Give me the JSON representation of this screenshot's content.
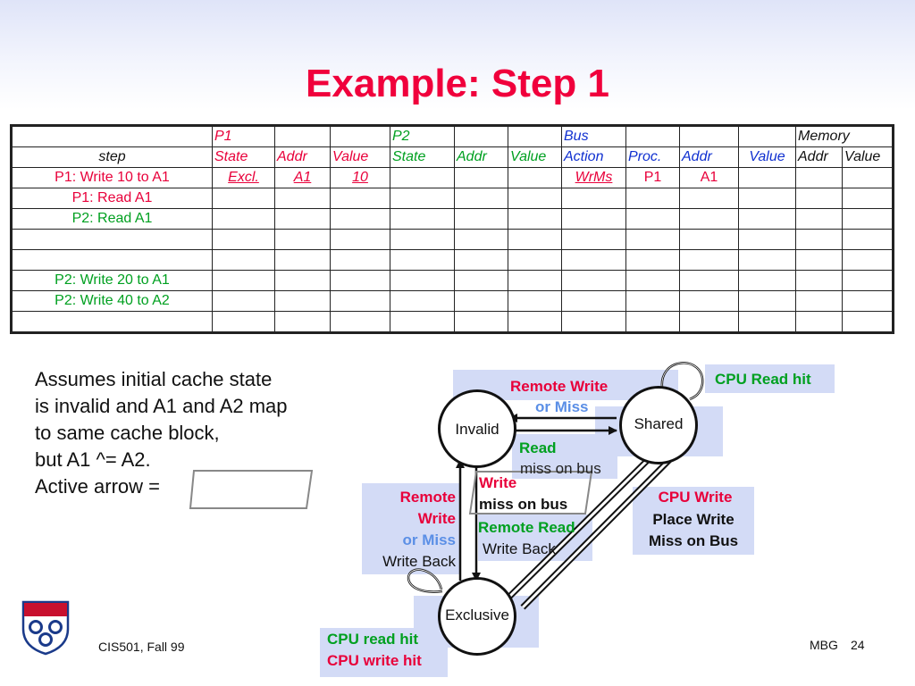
{
  "title": "Example: Step 1",
  "table": {
    "group_headers": {
      "p1": "P1",
      "p2": "P2",
      "bus": "Bus",
      "memory": "Memory"
    },
    "col_headers": {
      "step": "step",
      "p1_state": "State",
      "p1_addr": "Addr",
      "p1_value": "Value",
      "p2_state": "State",
      "p2_addr": "Addr",
      "p2_value": "Value",
      "bus_action": "Action",
      "bus_proc": "Proc.",
      "bus_addr": "Addr",
      "bus_value": "Value",
      "mem_addr": "Addr",
      "mem_value": "Value"
    },
    "rows": [
      {
        "step": "P1: Write 10 to A1",
        "p1_state": "Excl.",
        "p1_addr": "A1",
        "p1_value": "10",
        "bus_action": "WrMs",
        "bus_proc": "P1",
        "bus_addr": "A1"
      },
      {
        "step": "P1: Read A1"
      },
      {
        "step": "P2: Read A1"
      },
      {
        "step": ""
      },
      {
        "step": ""
      },
      {
        "step": "P2: Write 20 to A1"
      },
      {
        "step": "P2: Write 40 to A2"
      },
      {
        "step": ""
      }
    ]
  },
  "note": {
    "lines": [
      "Assumes initial cache state",
      "is invalid and A1 and A2 map",
      "to same cache block,",
      "but A1 ^= A2.",
      "Active arrow  ="
    ]
  },
  "diagram": {
    "states": {
      "invalid": "Invalid",
      "shared": "Shared",
      "exclusive": "Exclusive"
    },
    "labels": {
      "remote_write_top": "Remote Write",
      "or_miss_top": "or Miss",
      "cpu_read_hit": "CPU Read hit",
      "read": "Read",
      "miss_on_bus_read": "miss on bus",
      "write": "Write",
      "miss_on_bus_write": "miss on bus",
      "remote_left": "Remote",
      "write_left": "Write",
      "or_miss_left": "or Miss",
      "write_back_left": "Write Back",
      "remote_read": "Remote Read",
      "write_back_mid": "Write Back",
      "cpu_write": "CPU Write",
      "place_write": "Place Write",
      "miss_on_bus_cpu": "Miss on Bus",
      "cpu_read_hit_excl": "CPU read hit",
      "cpu_write_hit_excl": "CPU write hit"
    }
  },
  "footer": {
    "course": "CIS501, Fall 99",
    "author": "MBG",
    "page": "24"
  },
  "colors": {
    "title": "#f0003c",
    "red": "#e8003a",
    "green": "#00a020",
    "blue": "#1030d0",
    "light_blue": "#5b8fe6",
    "box": "#d3dbf6"
  }
}
